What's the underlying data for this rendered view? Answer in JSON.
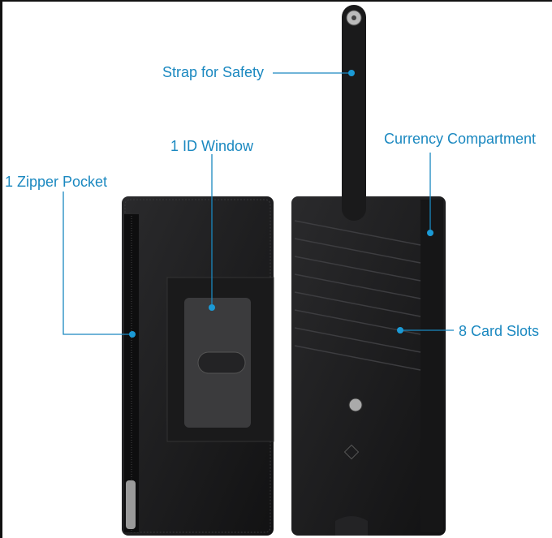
{
  "callouts": {
    "strap": "Strap for Safety",
    "id_window": "1 ID Window",
    "zipper": "1 Zipper Pocket",
    "currency": "Currency Compartment",
    "card_slots": "8 Card Slots"
  },
  "colors": {
    "accent": "#1a88c0",
    "dot": "#1b9ad6",
    "leather": "#1c1c1e"
  }
}
